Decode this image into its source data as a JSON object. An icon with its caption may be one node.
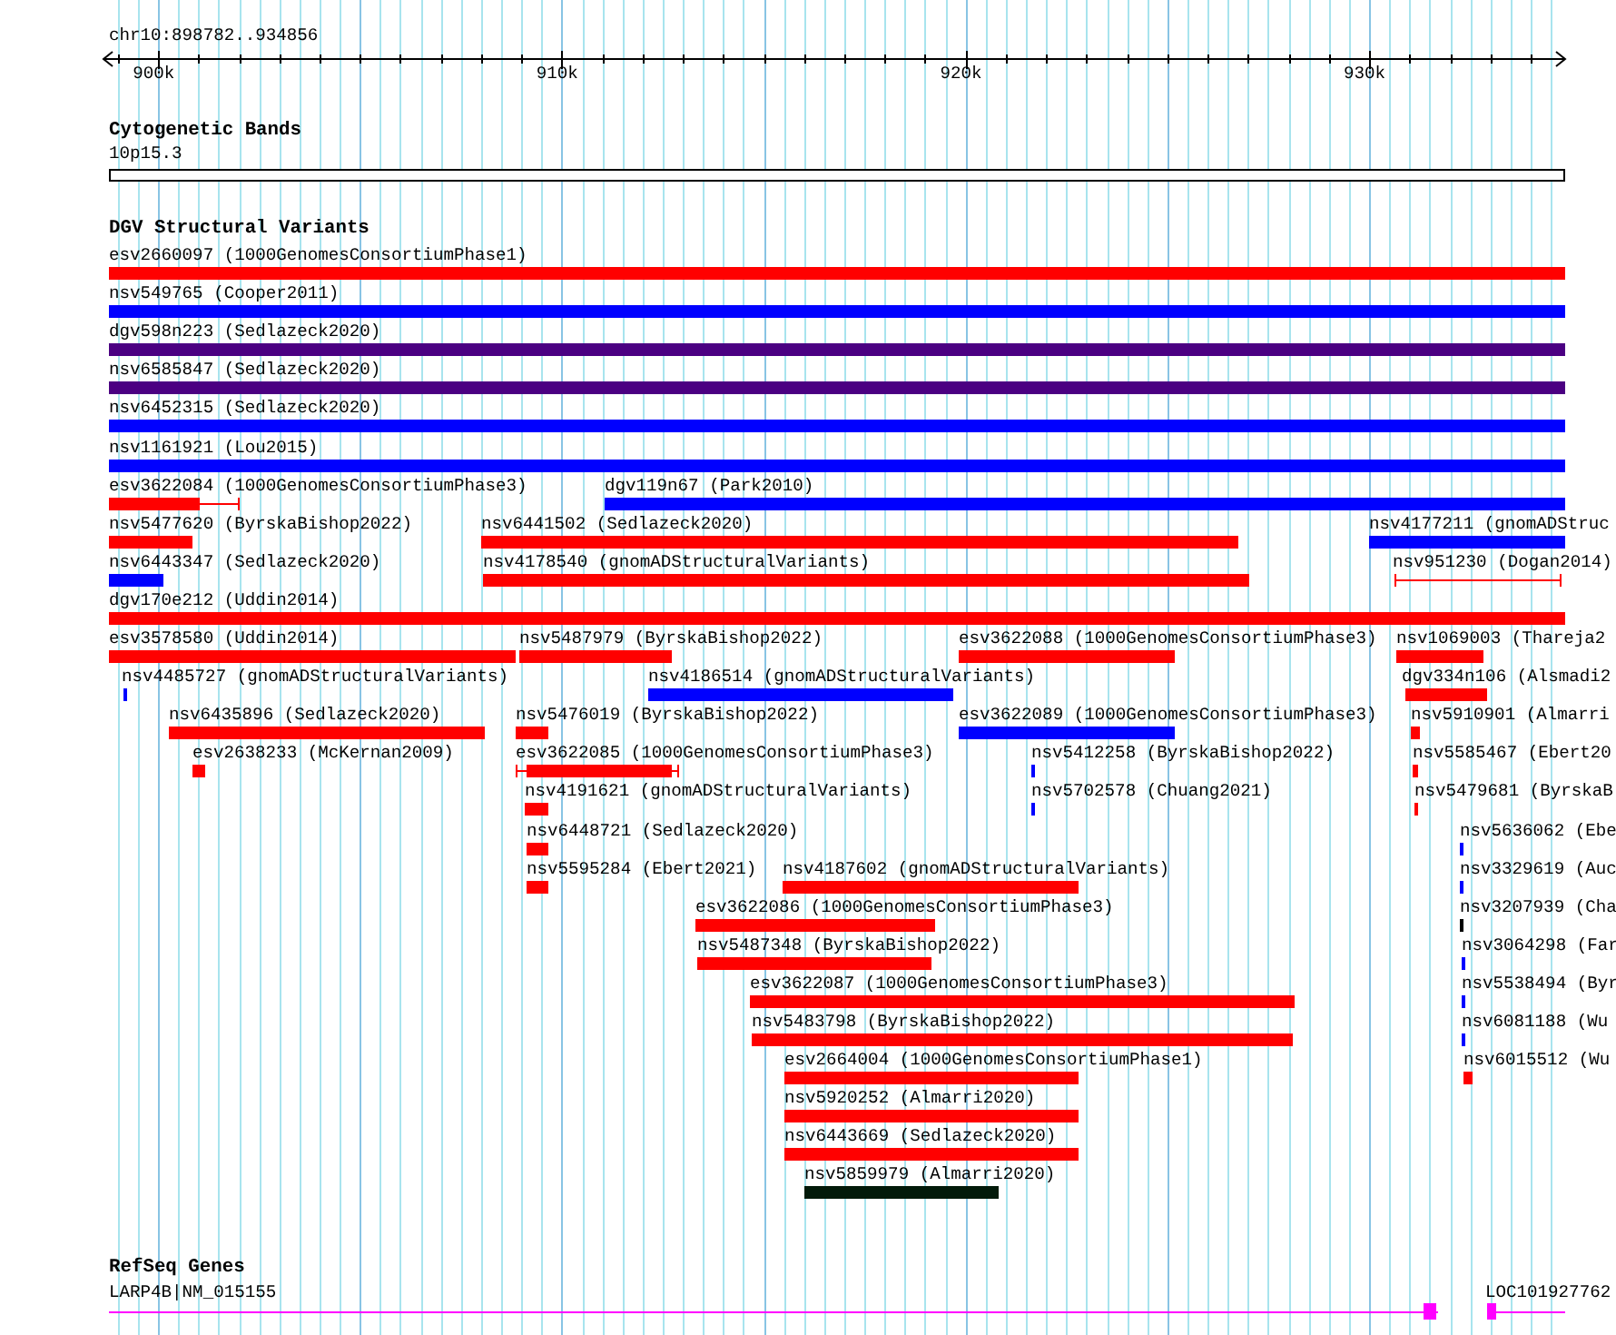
{
  "diagram": {
    "nodes": [
      {
        "text": [
          "10p15.3"
        ]
      },
      {
        "text": [
          "esv2660097 (1000GenomesConsortiumPhase1)"
        ]
      },
      {
        "text": [
          "nsv549765 (Cooper2011)"
        ]
      },
      {
        "text": [
          "dgv598n223 (Sedlazeck2020)"
        ]
      },
      {
        "text": [
          "nsv6585847 (Sedlazeck2020)"
        ]
      },
      {
        "text": [
          "nsv6452315 (Sedlazeck2020)"
        ]
      },
      {
        "text": [
          "nsv1161921 (Lou2015)"
        ]
      },
      {
        "text": [
          "esv3622084 (1000GenomesConsortiumPhase3)"
        ]
      },
      {
        "text": [
          "dgv119n67 (Park2010)"
        ]
      },
      {
        "text": [
          "nsv5477620 (ByrskaBishop2022)"
        ]
      },
      {
        "text": [
          "nsv6441502 (Sedlazeck2020)"
        ]
      },
      {
        "text": [
          "nsv4177211 (gnomADStruc"
        ]
      },
      {
        "text": [
          "nsv6443347 (Sedlazeck2020)"
        ]
      },
      {
        "text": [
          "nsv4178540 (gnomADStructuralVariants)"
        ]
      },
      {
        "text": [
          "nsv951230 (Dogan2014)"
        ]
      },
      {
        "text": [
          "dgv170e212 (Uddin2014)"
        ]
      },
      {
        "text": [
          "esv3578580 (Uddin2014)"
        ]
      },
      {
        "text": [
          "nsv5487979 (ByrskaBishop2022)"
        ]
      },
      {
        "text": [
          "esv3622088 (1000GenomesConsortiumPhase3)"
        ]
      },
      {
        "text": [
          "nsv1069003 (Thareja2"
        ]
      },
      {
        "text": [
          "nsv4485727 (gnomADStructuralVariants)"
        ]
      },
      {
        "text": [
          "nsv4186514 (gnomADStructuralVariants)"
        ]
      },
      {
        "text": [
          "dgv334n106 (Alsmadi2"
        ]
      },
      {
        "text": [
          "nsv6435896 (Sedlazeck2020)"
        ]
      },
      {
        "text": [
          "nsv5476019 (ByrskaBishop2022)"
        ]
      },
      {
        "text": [
          "esv3622089 (1000GenomesConsortiumPhase3)"
        ]
      },
      {
        "text": [
          "nsv5910901 (Almarri"
        ]
      },
      {
        "text": [
          "esv2638233 (McKernan2009)"
        ]
      },
      {
        "text": [
          "esv3622085 (1000GenomesConsortiumPhase3)"
        ]
      },
      {
        "text": [
          "nsv5412258 (ByrskaBishop2022)"
        ]
      },
      {
        "text": [
          "nsv5585467 (Ebert20"
        ]
      },
      {
        "text": [
          "nsv4191621 (gnomADStructuralVariants)"
        ]
      },
      {
        "text": [
          "nsv5702578 (Chuang2021)"
        ]
      },
      {
        "text": [
          "nsv5479681 (ByrskaB"
        ]
      },
      {
        "text": [
          "nsv6448721 (Sedlazeck2020)"
        ]
      },
      {
        "text": [
          "nsv5636062 (Ebe"
        ]
      },
      {
        "text": [
          "nsv5595284 (Ebert2021)"
        ]
      },
      {
        "text": [
          "nsv4187602 (gnomADStructuralVariants)"
        ]
      },
      {
        "text": [
          "nsv3329619 (Auc"
        ]
      },
      {
        "text": [
          "esv3622086 (1000GenomesConsortiumPhase3)"
        ]
      },
      {
        "text": [
          "nsv3207939 (Cha"
        ]
      },
      {
        "text": [
          "nsv5487348 (ByrskaBishop2022)"
        ]
      },
      {
        "text": [
          "nsv3064298 (Far"
        ]
      },
      {
        "text": [
          "esv3622087 (1000GenomesConsortiumPhase3)"
        ]
      },
      {
        "text": [
          "nsv5538494 (Byr"
        ]
      },
      {
        "text": [
          "nsv5483798 (ByrskaBishop2022)"
        ]
      },
      {
        "text": [
          "nsv6081188 (Wu"
        ]
      },
      {
        "text": [
          "esv2664004 (1000GenomesConsortiumPhase1)"
        ]
      },
      {
        "text": [
          "nsv6015512 (Wu"
        ]
      },
      {
        "text": [
          "nsv5920252 (Almarri2020)"
        ]
      },
      {
        "text": [
          "nsv6443669 (Sedlazeck2020)"
        ]
      },
      {
        "text": [
          "nsv5859979 (Almarri2020)"
        ]
      },
      {
        "text": [
          "LARP4B|NM_015155"
        ]
      },
      {
        "text": [
          "LOC101927762"
        ]
      }
    ],
    "labels": [
      "chr10:898782..934856",
      "900k",
      "910k",
      "920k",
      "930k",
      "Cytogenetic Bands",
      "DGV Structural Variants",
      "RefSeq Genes"
    ]
  }
}
